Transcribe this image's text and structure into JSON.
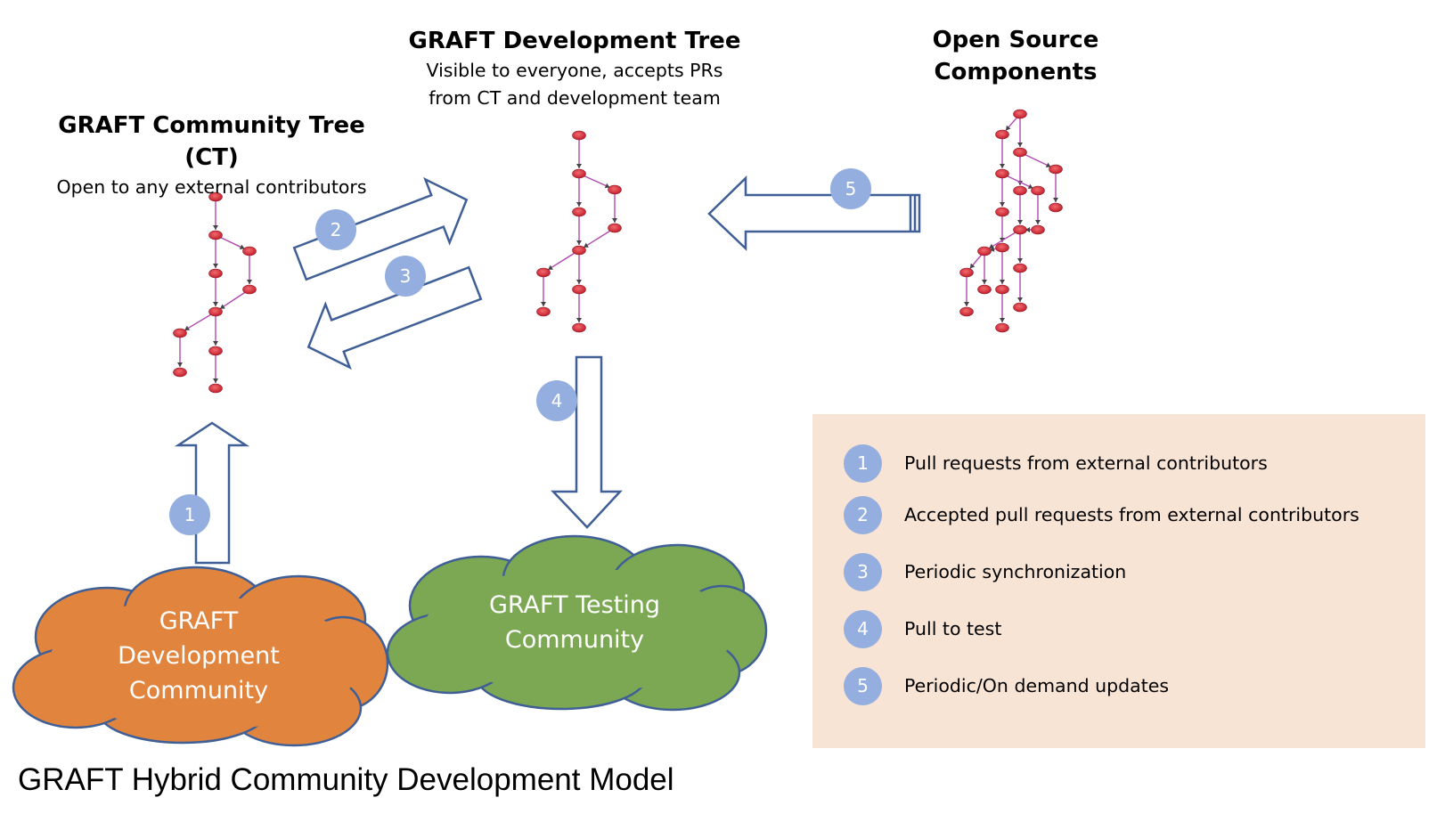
{
  "headers": {
    "community_tree": {
      "title": "GRAFT Community Tree (CT)",
      "subtitle": "Open to any external contributors"
    },
    "development_tree": {
      "title": "GRAFT Development Tree",
      "subtitle_line1": "Visible to everyone, accepts PRs",
      "subtitle_line2": "from CT and development team"
    },
    "open_source": {
      "title_line1": "Open Source",
      "title_line2": "Components"
    }
  },
  "clouds": {
    "development": {
      "lines": [
        "GRAFT",
        "Development",
        "Community"
      ],
      "color": "#e1843e"
    },
    "testing": {
      "lines": [
        "GRAFT Testing",
        "Community"
      ],
      "color": "#7ca853"
    }
  },
  "flow_badges": [
    "1",
    "2",
    "3",
    "4",
    "5"
  ],
  "legend": [
    {
      "num": "1",
      "text": "Pull requests from external contributors"
    },
    {
      "num": "2",
      "text": "Accepted pull requests from external contributors"
    },
    {
      "num": "3",
      "text": "Periodic synchronization"
    },
    {
      "num": "4",
      "text": "Pull to test"
    },
    {
      "num": "5",
      "text": "Periodic/On demand updates"
    }
  ],
  "caption": "GRAFT Hybrid Community Development Model",
  "colors": {
    "arrow_stroke": "#3f5f96",
    "badge_fill": "#94aee0",
    "node_fill": "#d8323d",
    "edge": "#b04ab0",
    "legend_bg": "#f8e4d5"
  }
}
